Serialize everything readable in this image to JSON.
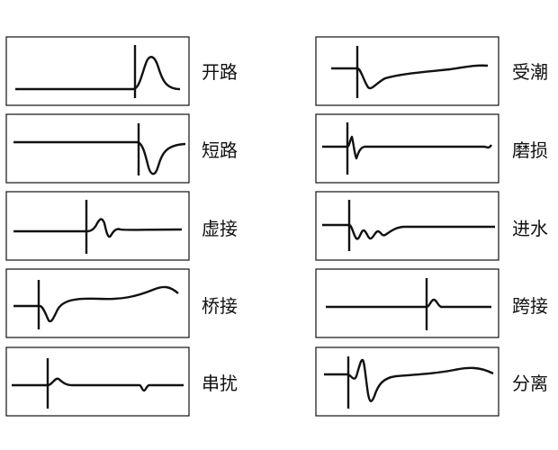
{
  "colors": {
    "ink": "#111111",
    "background": "#ffffff"
  },
  "left_column": [
    {
      "label": "开路"
    },
    {
      "label": "短路"
    },
    {
      "label": "虚接"
    },
    {
      "label": "桥接"
    },
    {
      "label": "串扰"
    }
  ],
  "right_column": [
    {
      "label": "受潮"
    },
    {
      "label": "磨损"
    },
    {
      "label": "进水"
    },
    {
      "label": "跨接"
    },
    {
      "label": "分离"
    }
  ]
}
